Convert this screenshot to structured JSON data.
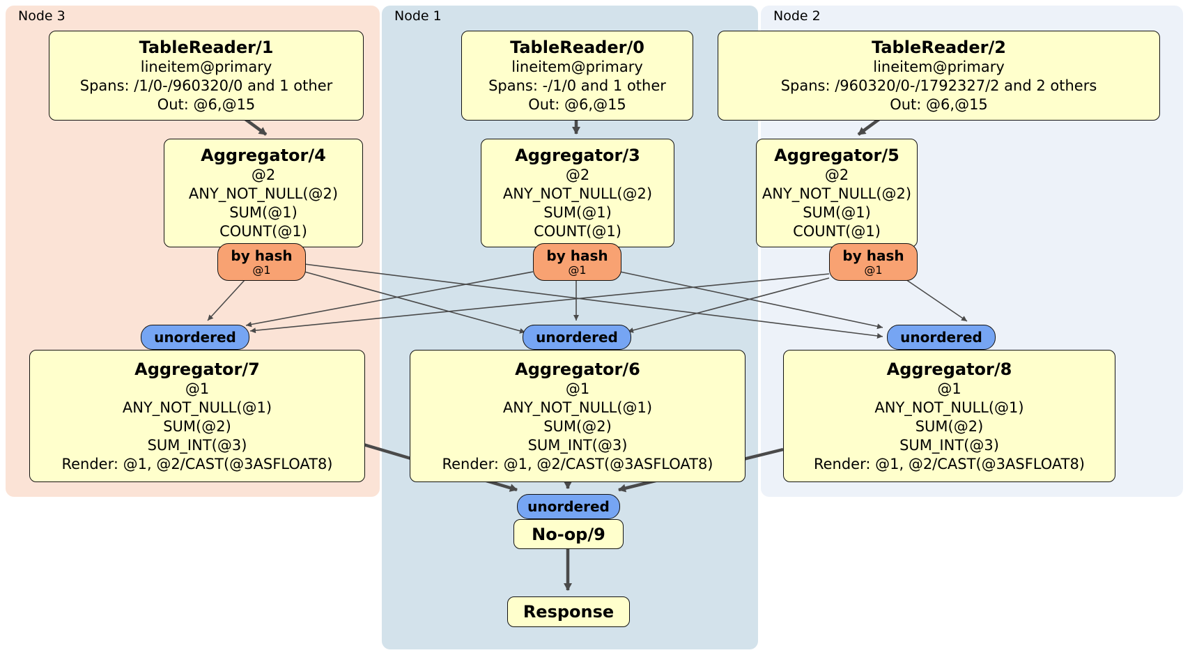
{
  "diagram": {
    "panels": [
      {
        "label": "Node 3"
      },
      {
        "label": "Node 1"
      },
      {
        "label": "Node 2"
      }
    ],
    "router": {
      "label": "by hash",
      "sub": "@1"
    },
    "stream": {
      "label": "unordered"
    },
    "processors": {
      "tr1": {
        "title": "TableReader/1",
        "lines": [
          "lineitem@primary",
          "Spans: /1/0-/960320/0 and 1 other",
          "Out: @6,@15"
        ]
      },
      "tr0": {
        "title": "TableReader/0",
        "lines": [
          "lineitem@primary",
          "Spans: -/1/0 and 1 other",
          "Out: @6,@15"
        ]
      },
      "tr2": {
        "title": "TableReader/2",
        "lines": [
          "lineitem@primary",
          "Spans: /960320/0-/1792327/2 and 2 others",
          "Out: @6,@15"
        ]
      },
      "agg4": {
        "title": "Aggregator/4",
        "lines": [
          "@2",
          "ANY_NOT_NULL(@2)",
          "SUM(@1)",
          "COUNT(@1)"
        ]
      },
      "agg3": {
        "title": "Aggregator/3",
        "lines": [
          "@2",
          "ANY_NOT_NULL(@2)",
          "SUM(@1)",
          "COUNT(@1)"
        ]
      },
      "agg5": {
        "title": "Aggregator/5",
        "lines": [
          "@2",
          "ANY_NOT_NULL(@2)",
          "SUM(@1)",
          "COUNT(@1)"
        ]
      },
      "agg7": {
        "title": "Aggregator/7",
        "lines": [
          "@1",
          "ANY_NOT_NULL(@1)",
          "SUM(@2)",
          "SUM_INT(@3)",
          "Render: @1, @2/CAST(@3ASFLOAT8)"
        ]
      },
      "agg6": {
        "title": "Aggregator/6",
        "lines": [
          "@1",
          "ANY_NOT_NULL(@1)",
          "SUM(@2)",
          "SUM_INT(@3)",
          "Render: @1, @2/CAST(@3ASFLOAT8)"
        ]
      },
      "agg8": {
        "title": "Aggregator/8",
        "lines": [
          "@1",
          "ANY_NOT_NULL(@1)",
          "SUM(@2)",
          "SUM_INT(@3)",
          "Render: @1, @2/CAST(@3ASFLOAT8)"
        ]
      },
      "noop": {
        "title": "No-op/9"
      },
      "response": {
        "title": "Response"
      }
    },
    "colors": {
      "node3_bg": "#fbe3d6",
      "node1_bg": "#d3e2eb",
      "node2_bg": "#edf2f9",
      "box_bg": "#ffffcc",
      "router_bg": "#f8a272",
      "stream_bg": "#76a5f3",
      "edge": "#4a4a4a"
    }
  }
}
